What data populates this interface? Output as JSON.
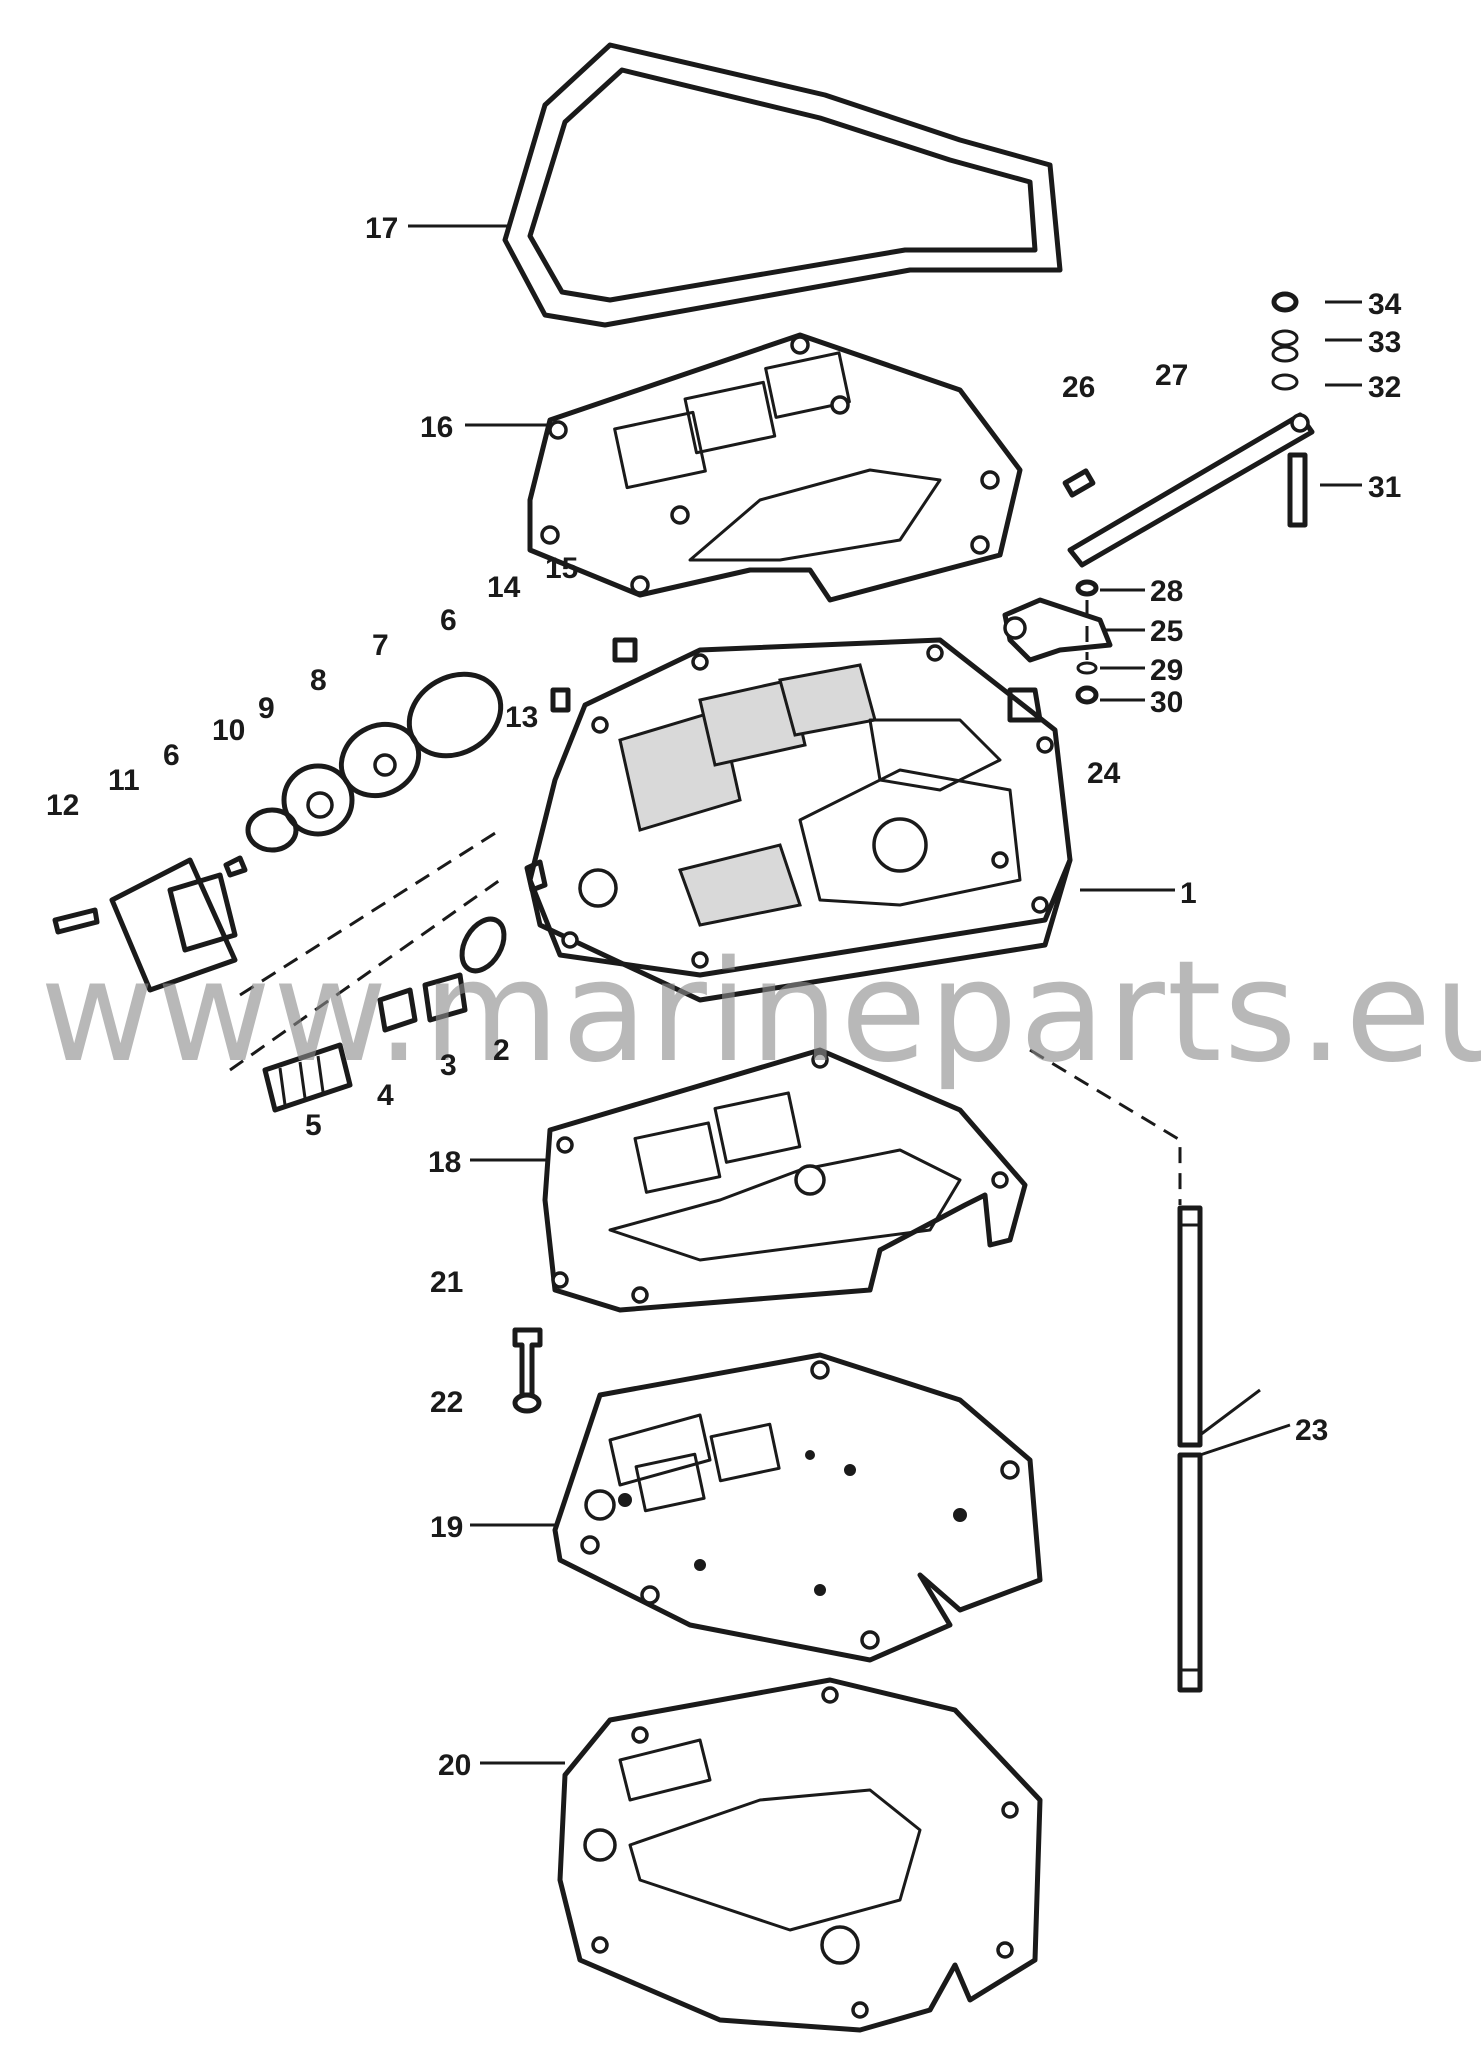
{
  "watermark": "www.marineparts.eu",
  "callouts": [
    "1",
    "2",
    "3",
    "4",
    "5",
    "6",
    "6",
    "7",
    "8",
    "9",
    "10",
    "11",
    "12",
    "13",
    "14",
    "15",
    "16",
    "17",
    "18",
    "19",
    "20",
    "21",
    "22",
    "23",
    "24",
    "25",
    "26",
    "27",
    "28",
    "29",
    "30",
    "31",
    "32",
    "33",
    "34"
  ],
  "colors": {
    "ink": "#1a1a1a",
    "watermark": "#8c8c8c",
    "background": "#ffffff"
  }
}
